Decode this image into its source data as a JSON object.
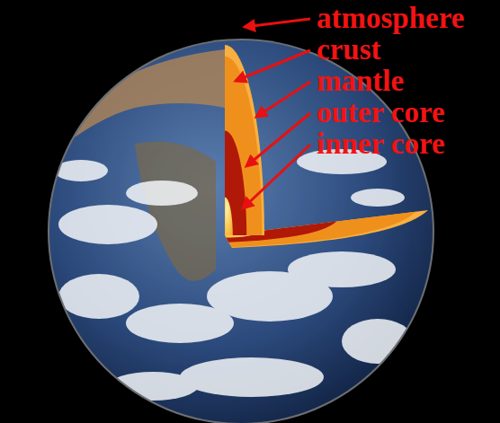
{
  "diagram": {
    "labels": [
      "atmosphere",
      "crust",
      "mantle",
      "outer core",
      "inner core"
    ]
  }
}
